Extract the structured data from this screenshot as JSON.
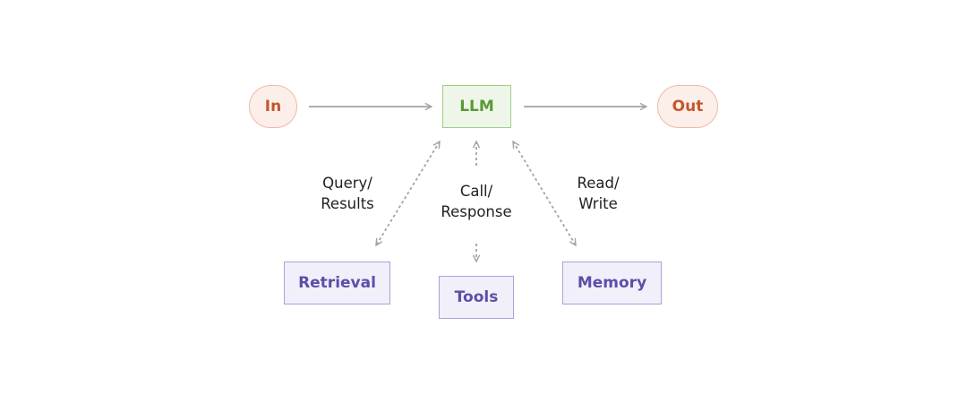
{
  "nodes": {
    "input": "In",
    "llm": "LLM",
    "output": "Out",
    "retrieval": "Retrieval",
    "tools": "Tools",
    "memory": "Memory"
  },
  "edges": {
    "retrieval": {
      "line1": "Query/",
      "line2": "Results"
    },
    "tools": {
      "line1": "Call/",
      "line2": "Response"
    },
    "memory": {
      "line1": "Read/",
      "line2": "Write"
    }
  },
  "colors": {
    "io_fill": "#fcefe9",
    "io_text": "#c4562e",
    "llm_fill": "#eef6e9",
    "llm_text": "#5a9a35",
    "augment_fill": "#f1eff9",
    "augment_text": "#5b4fa8",
    "arrow": "#a3a3a0"
  }
}
